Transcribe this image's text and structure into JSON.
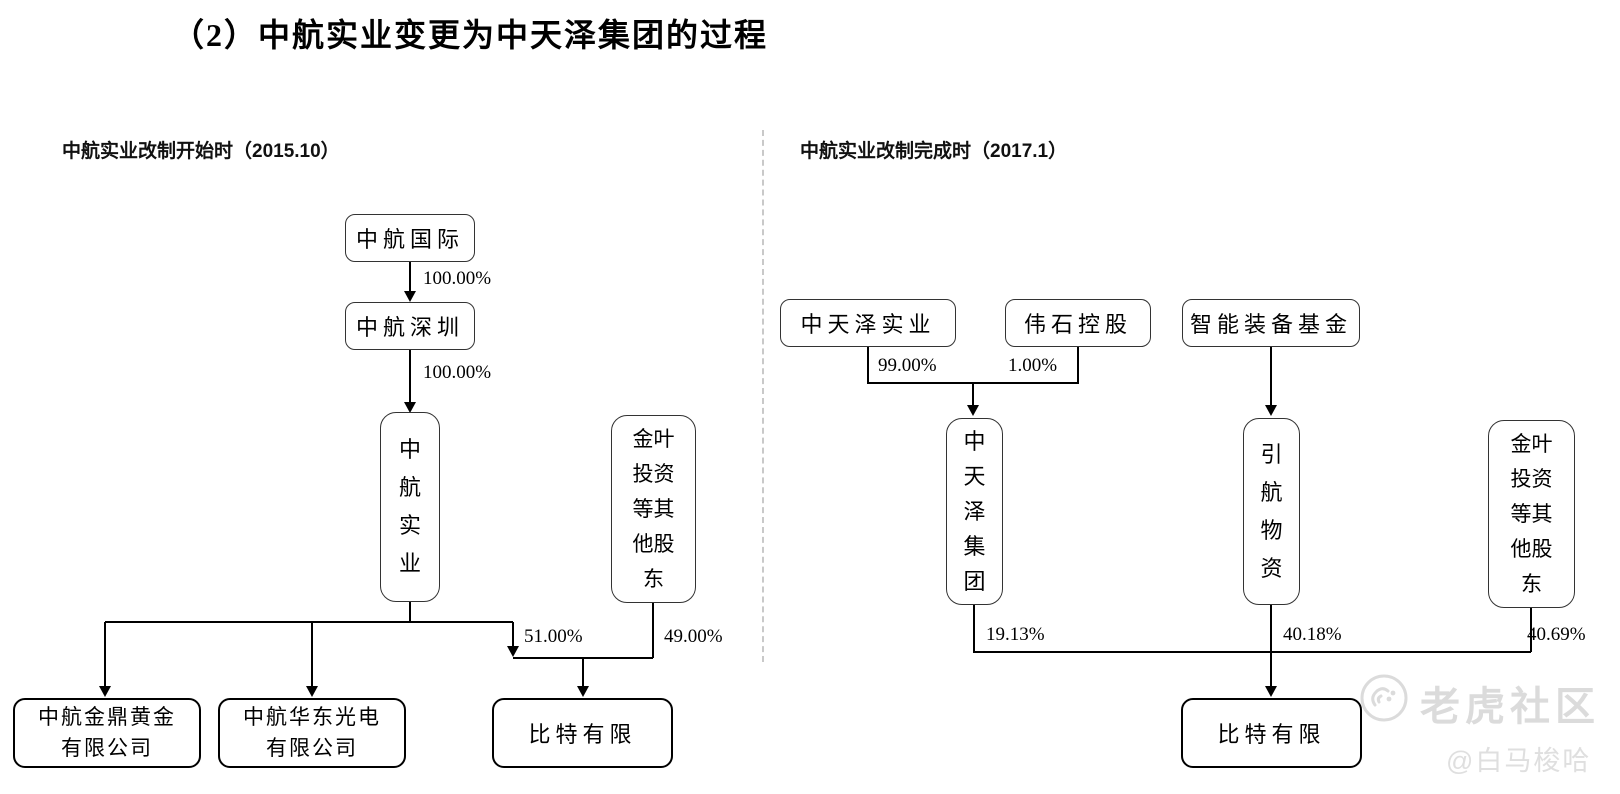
{
  "page": {
    "title": "（2）中航实业变更为中天泽集团的过程"
  },
  "left_chart": {
    "header": "中航实业改制开始时（2015.10）",
    "nodes": {
      "guoji": "中航国际",
      "shenzhen": "中航深圳",
      "shiye": "中航实业",
      "jinye": "金叶投资等其他股东",
      "jinding": "中航金鼎黄金\n有限公司",
      "huadong": "中航华东光电\n有限公司",
      "bite": "比特有限"
    },
    "labels": {
      "pct_guoji_shenzhen": "100.00%",
      "pct_shenzhen_shiye": "100.00%",
      "pct_shiye_bite": "51.00%",
      "pct_jinye_bite": "49.00%"
    }
  },
  "right_chart": {
    "header": "中航实业改制完成时（2017.1）",
    "nodes": {
      "ztz_shiye": "中天泽实业",
      "weishi": "伟石控股",
      "fund": "智能装备基金",
      "ztz_group": "中天泽集团",
      "yinhang": "引航物资",
      "jinye": "金叶投资等其他股东",
      "bite": "比特有限"
    },
    "labels": {
      "pct_ztz_shiye": "99.00%",
      "pct_weishi": "1.00%",
      "pct_ztz_group": "19.13%",
      "pct_yinhang": "40.18%",
      "pct_jinye": "40.69%"
    }
  },
  "watermark": {
    "brand": "老虎社区",
    "user": "@白马梭哈"
  }
}
